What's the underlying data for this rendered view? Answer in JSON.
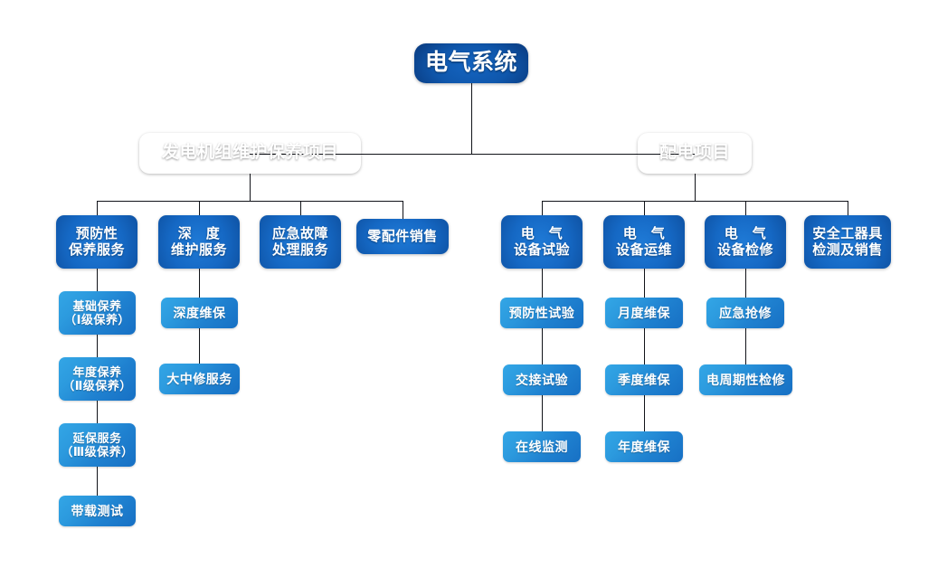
{
  "diagram": {
    "title": "电气系统",
    "type": "organization-tree",
    "colors": {
      "root_bg": "#0b3f86",
      "level2_bg": "#0c4a95",
      "level3_bg": "#0e4f9e",
      "level4_bg": "#2c9ade",
      "line": "#111319",
      "text": "#ffffff",
      "page_bg": "#ffffff"
    },
    "root": {
      "label": "电气系统"
    },
    "level2": [
      {
        "id": "gen",
        "label": "发电机组维护保养项目"
      },
      {
        "id": "dist",
        "label": "配电项目"
      }
    ],
    "level3": [
      {
        "id": "prev",
        "parent": "gen",
        "label": "预防性\n保养服务"
      },
      {
        "id": "deep",
        "parent": "gen",
        "label": "深　度\n维护服务"
      },
      {
        "id": "emer",
        "parent": "gen",
        "label": "应急故障\n处理服务"
      },
      {
        "id": "parts",
        "parent": "gen",
        "label": "零配件销售"
      },
      {
        "id": "test",
        "parent": "dist",
        "label": "电　气\n设备试验"
      },
      {
        "id": "ops",
        "parent": "dist",
        "label": "电　气\n设备运维"
      },
      {
        "id": "repair",
        "parent": "dist",
        "label": "电　气\n设备检修"
      },
      {
        "id": "safety",
        "parent": "dist",
        "label": "安全工器具\n检测及销售"
      }
    ],
    "level4": [
      {
        "id": "prev-1",
        "parent": "prev",
        "label": "基础保养\n（Ⅰ级保养）"
      },
      {
        "id": "prev-2",
        "parent": "prev",
        "label": "年度保养\n（Ⅱ级保养）"
      },
      {
        "id": "prev-3",
        "parent": "prev",
        "label": "延保服务\n（Ⅲ级保养）"
      },
      {
        "id": "prev-4",
        "parent": "prev",
        "label": "带载测试"
      },
      {
        "id": "deep-1",
        "parent": "deep",
        "label": "深度维保"
      },
      {
        "id": "deep-2",
        "parent": "deep",
        "label": "大中修服务"
      },
      {
        "id": "test-1",
        "parent": "test",
        "label": "预防性试验"
      },
      {
        "id": "test-2",
        "parent": "test",
        "label": "交接试验"
      },
      {
        "id": "test-3",
        "parent": "test",
        "label": "在线监测"
      },
      {
        "id": "ops-1",
        "parent": "ops",
        "label": "月度维保"
      },
      {
        "id": "ops-2",
        "parent": "ops",
        "label": "季度维保"
      },
      {
        "id": "ops-3",
        "parent": "ops",
        "label": "年度维保"
      },
      {
        "id": "repair-1",
        "parent": "repair",
        "label": "应急抢修"
      },
      {
        "id": "repair-2",
        "parent": "repair",
        "label": "电周期性检修"
      }
    ]
  }
}
